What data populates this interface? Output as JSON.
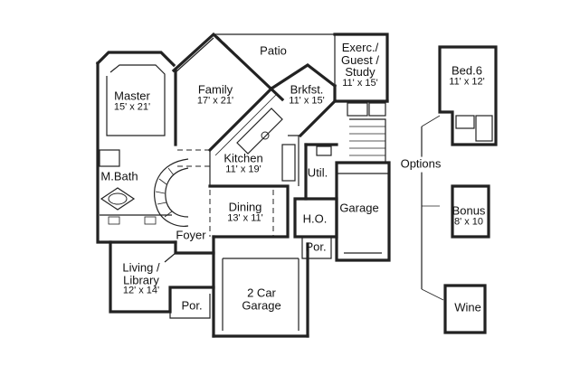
{
  "rooms": {
    "patio": {
      "name": "Patio"
    },
    "master": {
      "name": "Master",
      "dims": "15' x 21'"
    },
    "family": {
      "name": "Family",
      "dims": "17' x 21'"
    },
    "brkfst": {
      "name": "Brkfst.",
      "dims": "11' x 15'"
    },
    "exerc": {
      "line1": "Exerc./",
      "line2": "Guest /",
      "line3": "Study",
      "dims": "11' x 15'"
    },
    "kitchen": {
      "name": "Kitchen",
      "dims": "11' x 19'"
    },
    "mbath": {
      "name": "M.Bath"
    },
    "util": {
      "name": "Util."
    },
    "dining": {
      "name": "Dining",
      "dims": "13' x 11'"
    },
    "garage": {
      "name": "Garage"
    },
    "ho": {
      "name": "H.O."
    },
    "foyer": {
      "name": "Foyer"
    },
    "por_right": {
      "name": "Por."
    },
    "living": {
      "line1": "Living /",
      "line2": "Library",
      "dims": "12' x 14'"
    },
    "car_garage": {
      "line1": "2 Car",
      "line2": "Garage"
    },
    "por_left": {
      "name": "Por."
    }
  },
  "options": {
    "label": "Options",
    "bed6": {
      "name": "Bed.6",
      "dims": "11' x 12'"
    },
    "bonus": {
      "name": "Bonus",
      "dims": "8' x 10"
    },
    "wine": {
      "name": "Wine"
    }
  }
}
